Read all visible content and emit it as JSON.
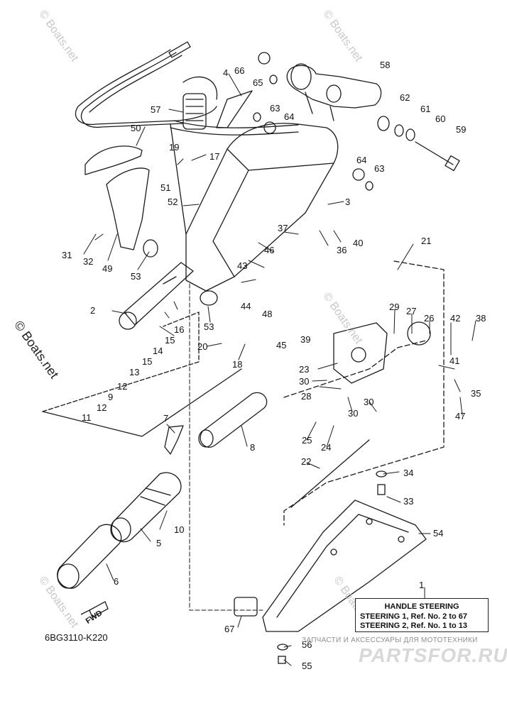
{
  "diagram": {
    "code": "6BG3110-K220",
    "fwd_label": "FWD",
    "legend": {
      "title": "HANDLE  STEERING",
      "rows": [
        "STEERING 1,  Ref. No. 2 to 67",
        "STEERING 2,  Ref. No. 1 to 13"
      ]
    },
    "watermark": "© Boats.net",
    "shop_text": "ЗАПЧАСТИ И АКСЕССУАРЫ ДЛЯ МОТОТЕХНИКИ",
    "shop_brand": "PARTSFOR.RU",
    "callouts": [
      "1",
      "2",
      "3",
      "4",
      "5",
      "6",
      "7",
      "8",
      "9",
      "10",
      "11",
      "12",
      "12",
      "13",
      "14",
      "15",
      "15",
      "16",
      "17",
      "18",
      "19",
      "20",
      "21",
      "22",
      "23",
      "24",
      "25",
      "26",
      "27",
      "28",
      "29",
      "30",
      "30",
      "30",
      "31",
      "32",
      "33",
      "34",
      "35",
      "36",
      "37",
      "38",
      "39",
      "40",
      "41",
      "42",
      "43",
      "44",
      "45",
      "46",
      "47",
      "48",
      "49",
      "50",
      "51",
      "52",
      "53",
      "53",
      "54",
      "55",
      "56",
      "57",
      "58",
      "59",
      "60",
      "61",
      "62",
      "63",
      "63",
      "64",
      "64",
      "65",
      "66",
      "67"
    ]
  }
}
